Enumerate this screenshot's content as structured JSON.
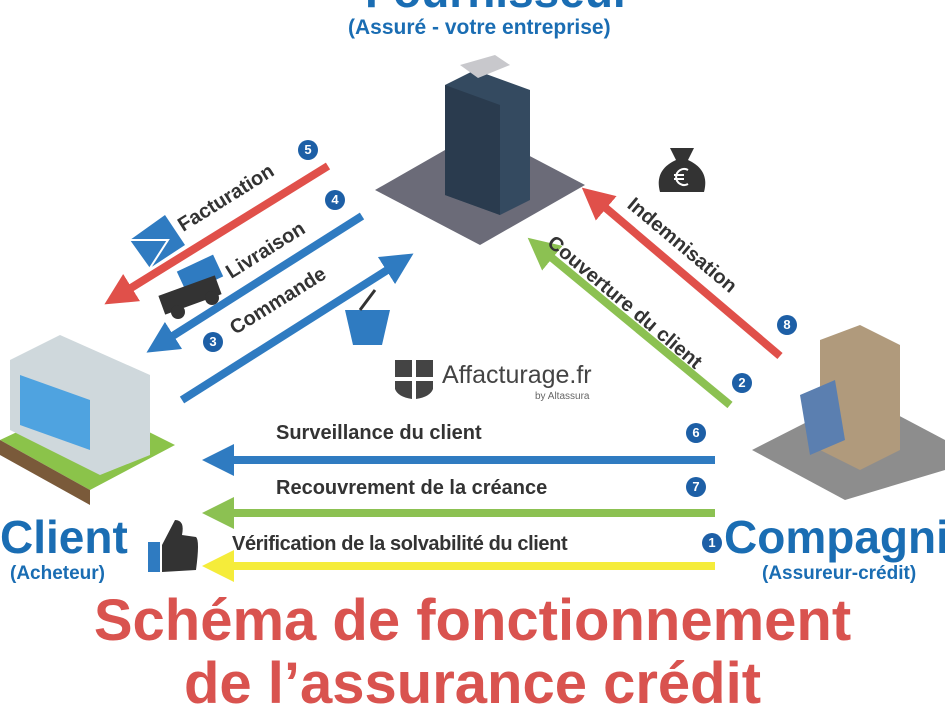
{
  "supplier": {
    "title": "Fournisseur",
    "subtitle": "(Assuré - votre entreprise)"
  },
  "client": {
    "title": "Client",
    "subtitle": "(Acheteur)"
  },
  "insurer": {
    "title": "Compagnie",
    "subtitle": "(Assureur-crédit)"
  },
  "logo": {
    "name": "Affacturage.fr",
    "tagline": "by Altassura"
  },
  "flows": [
    {
      "num": "5",
      "label": "Facturation",
      "color": "#e0504a",
      "icon": "envelope-icon"
    },
    {
      "num": "4",
      "label": "Livraison",
      "color": "#2f7bc1",
      "icon": "truck-icon"
    },
    {
      "num": "3",
      "label": "Commande",
      "color": "#2f7bc1",
      "icon": "basket-icon"
    },
    {
      "num": "8",
      "label": "Indemnisation",
      "color": "#e0504a",
      "icon": "money-bag-icon"
    },
    {
      "num": "2",
      "label": "Couverture du client",
      "color": "#8cc152"
    },
    {
      "num": "6",
      "label": "Surveillance du client",
      "color": "#2f7bc1"
    },
    {
      "num": "7",
      "label": "Recouvrement de la créance",
      "color": "#8cc152"
    },
    {
      "num": "1",
      "label": "Vérification de la solvabilité du client",
      "color": "#f5ec3a"
    }
  ],
  "footer": {
    "line1": "Schéma de fonctionnement",
    "line2": "de l’assurance crédit"
  }
}
